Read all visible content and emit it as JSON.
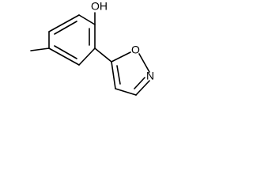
{
  "structure": {
    "atoms": {
      "hydroxyl": "OH",
      "ring_oxygen": "O",
      "ring_nitrogen": "N"
    }
  }
}
